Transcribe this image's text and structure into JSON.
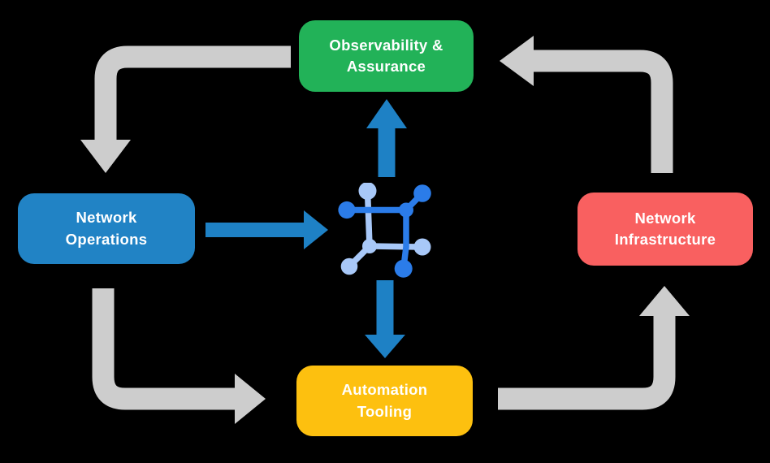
{
  "diagram": {
    "background_color": "#000000",
    "nodes": [
      {
        "id": "observability-assurance",
        "line1": "Observability &",
        "line2": "Assurance",
        "color": "#22b258",
        "position": "top"
      },
      {
        "id": "network-operations",
        "line1": "Network",
        "line2": "Operations",
        "color": "#2183c5",
        "position": "left"
      },
      {
        "id": "network-infrastructure",
        "line1": "Network",
        "line2": "Infrastructure",
        "color": "#f96060",
        "position": "right"
      },
      {
        "id": "automation-tooling",
        "line1": "Automation",
        "line2": "Tooling",
        "color": "#fdc00f",
        "position": "bottom"
      }
    ],
    "cycle_arrows": {
      "color": "#cdcdcd",
      "flows": [
        {
          "from": "observability-assurance",
          "to": "network-operations"
        },
        {
          "from": "network-operations",
          "to": "automation-tooling"
        },
        {
          "from": "automation-tooling",
          "to": "network-infrastructure"
        },
        {
          "from": "network-infrastructure",
          "to": "observability-assurance"
        }
      ]
    },
    "center_arrows": {
      "color": "#1e81c5",
      "flows": [
        {
          "from": "network-operations",
          "to": "center-icon"
        },
        {
          "from": "center-icon",
          "to": "observability-assurance"
        },
        {
          "from": "center-icon",
          "to": "automation-tooling"
        }
      ]
    },
    "center_icon": {
      "name": "network-fabric-icon",
      "dark_color": "#2b7ce9",
      "light_color": "#a8c8f8"
    }
  }
}
